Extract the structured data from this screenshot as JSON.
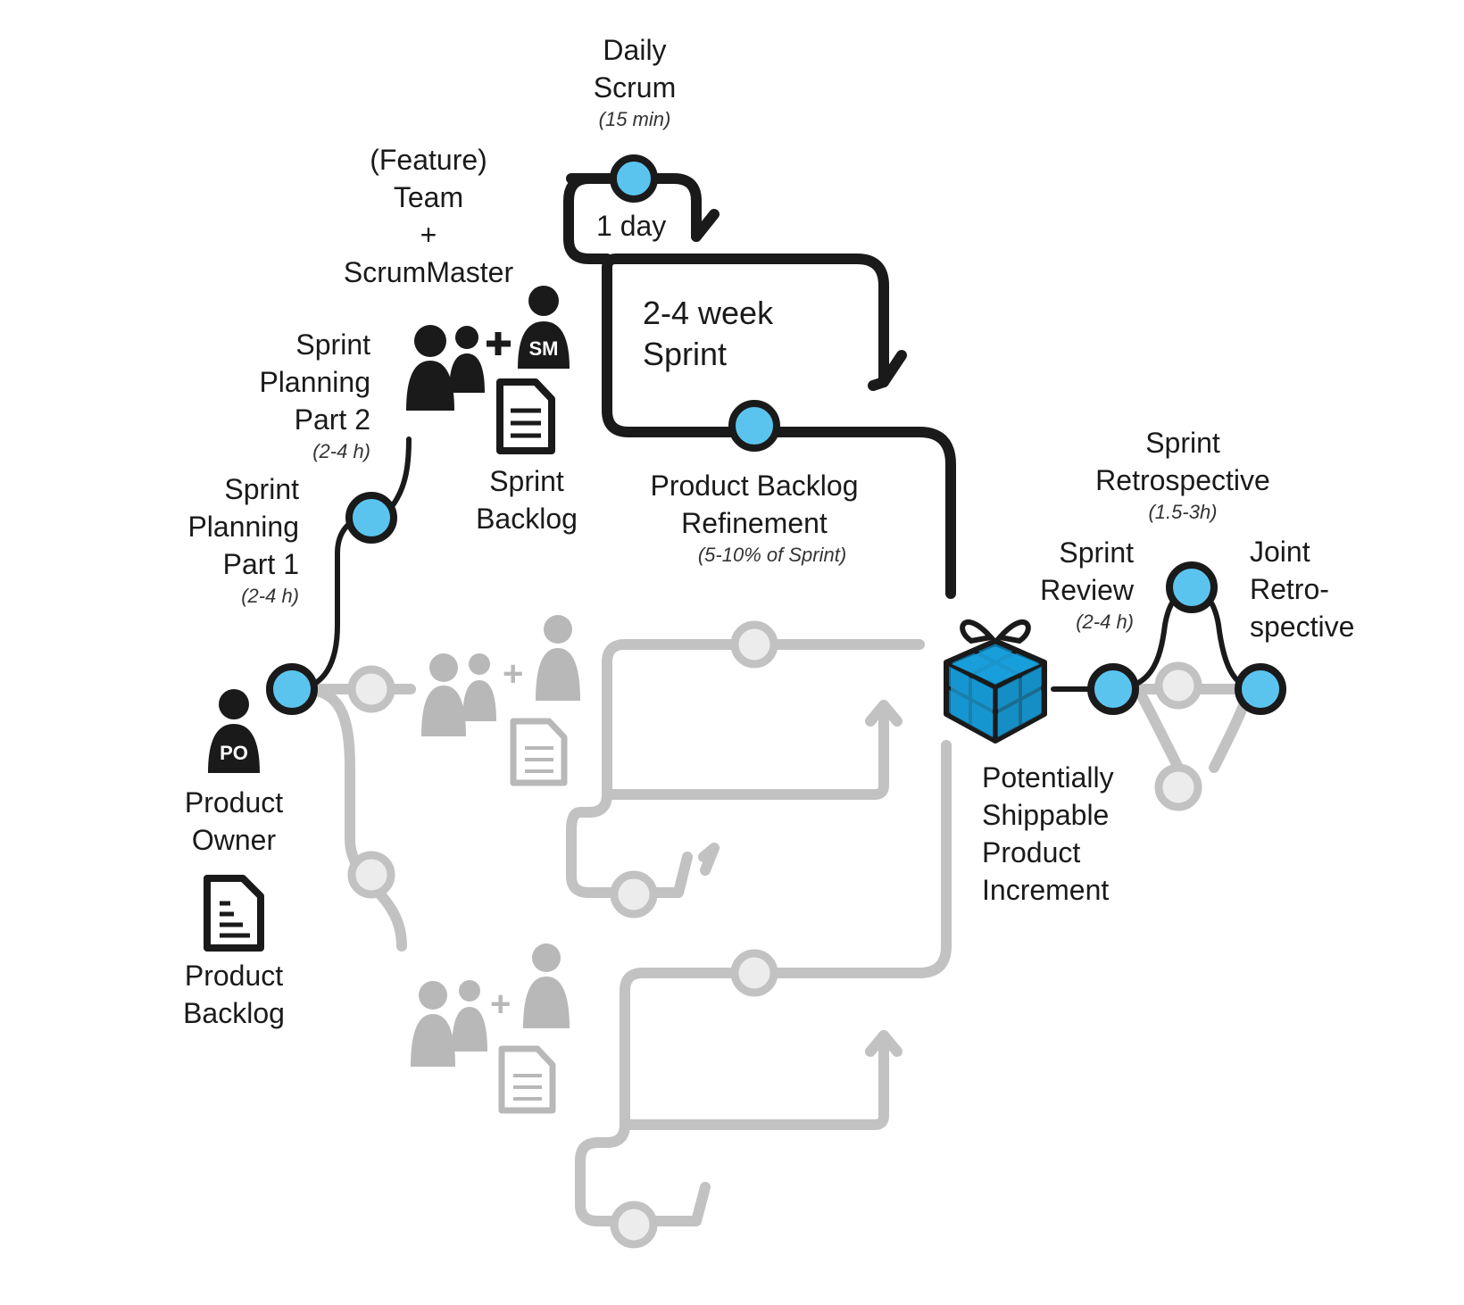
{
  "labels": {
    "daily_scrum": {
      "line1": "Daily",
      "line2": "Scrum",
      "duration": "(15 min)"
    },
    "one_day": "1 day",
    "sprint_length": {
      "line1": "2-4 week",
      "line2": "Sprint"
    },
    "team": {
      "line1": "(Feature)",
      "line2": "Team",
      "line3": "+",
      "line4": "ScrumMaster"
    },
    "sprint_planning_2": {
      "line1": "Sprint",
      "line2": "Planning",
      "line3": "Part 2",
      "duration": "(2-4 h)"
    },
    "sprint_planning_1": {
      "line1": "Sprint",
      "line2": "Planning",
      "line3": "Part 1",
      "duration": "(2-4 h)"
    },
    "sprint_backlog": {
      "line1": "Sprint",
      "line2": "Backlog"
    },
    "backlog_refinement": {
      "line1": "Product Backlog",
      "line2": "Refinement",
      "duration": "(5-10% of Sprint)"
    },
    "sprint_retrospective": {
      "line1": "Sprint",
      "line2": "Retrospective",
      "duration": "(1.5-3h)"
    },
    "sprint_review": {
      "line1": "Sprint",
      "line2": "Review",
      "duration": "(2-4 h)"
    },
    "joint_retrospective": {
      "line1": "Joint",
      "line2": "Retro-",
      "line3": "spective"
    },
    "product_owner": {
      "line1": "Product",
      "line2": "Owner"
    },
    "product_backlog": {
      "line1": "Product",
      "line2": "Backlog"
    },
    "increment": {
      "line1": "Potentially",
      "line2": "Shippable",
      "line3": "Product",
      "line4": "Increment"
    },
    "po_badge": "PO",
    "sm_badge": "SM"
  },
  "colors": {
    "active_line": "#1a1a1a",
    "inactive_line": "#c2c2c2",
    "node_fill": "#5bc4ee",
    "inactive_node_fill": "#ececec",
    "gift_blue": "#1aa3e0",
    "gift_dark": "#0d6f9e"
  },
  "icons": [
    "product-owner-icon",
    "product-backlog-document-icon",
    "team-people-icon",
    "scrum-master-icon",
    "sprint-backlog-document-icon",
    "product-increment-gift-icon"
  ]
}
